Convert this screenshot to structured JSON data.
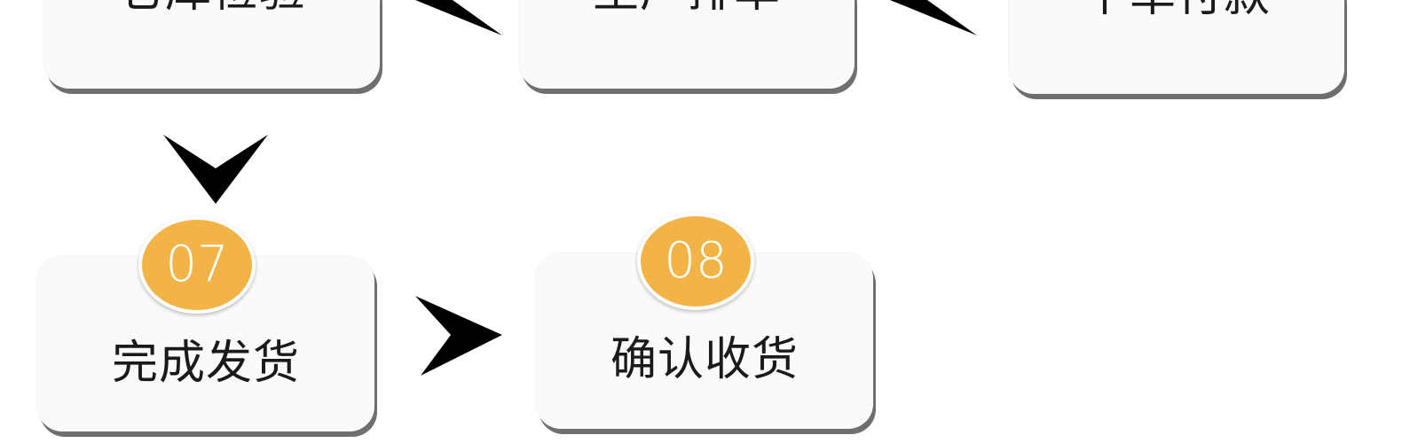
{
  "steps": [
    {
      "label": "仓库检验"
    },
    {
      "label": "生产排单"
    },
    {
      "label": "下单付款"
    },
    {
      "number": "07",
      "label": "完成发货"
    },
    {
      "number": "08",
      "label": "确认收货"
    }
  ],
  "colors": {
    "badge": "#f2b446",
    "arrow": "#000000",
    "box": "#fbfafa"
  }
}
